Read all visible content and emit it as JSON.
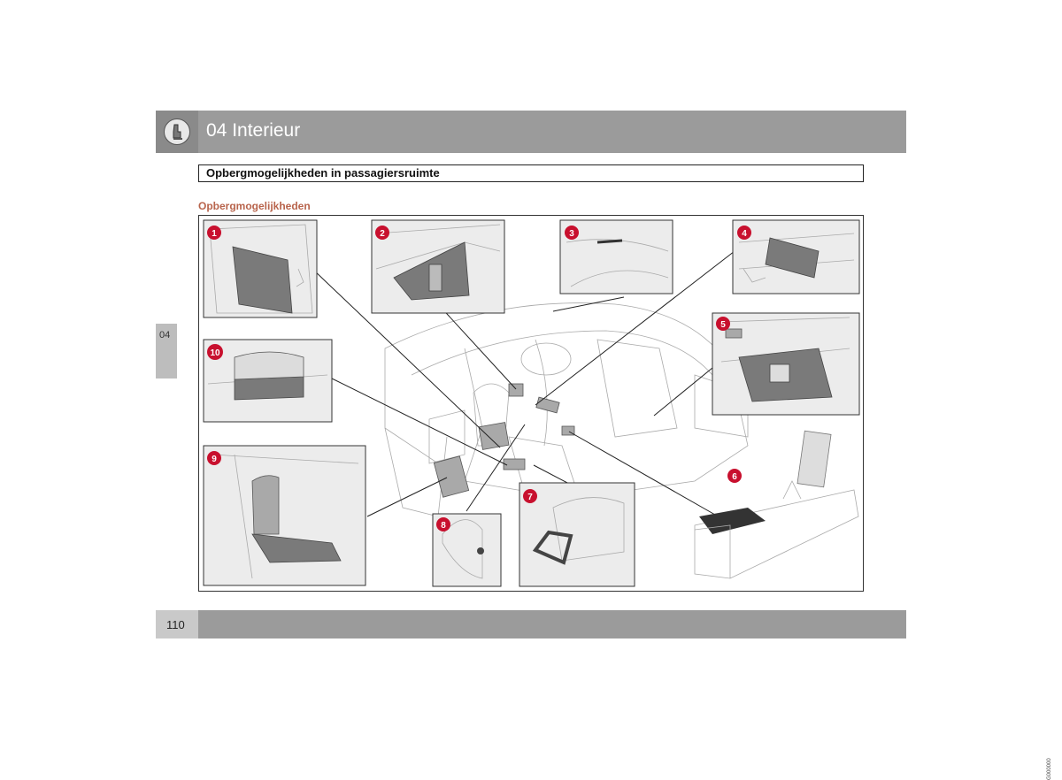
{
  "header": {
    "chapter_title": "04 Interieur",
    "icon": "seat-icon"
  },
  "section": {
    "title": "Opbergmogelijkheden in passagiersruimte"
  },
  "subheading": "Opbergmogelijkheden",
  "side_tab": {
    "label": "04"
  },
  "figure": {
    "code": "G000000",
    "callouts": [
      "1",
      "2",
      "3",
      "4",
      "5",
      "6",
      "7",
      "8",
      "9",
      "10"
    ],
    "marker_color": "#c8102e"
  },
  "footer": {
    "page_number": "110"
  }
}
